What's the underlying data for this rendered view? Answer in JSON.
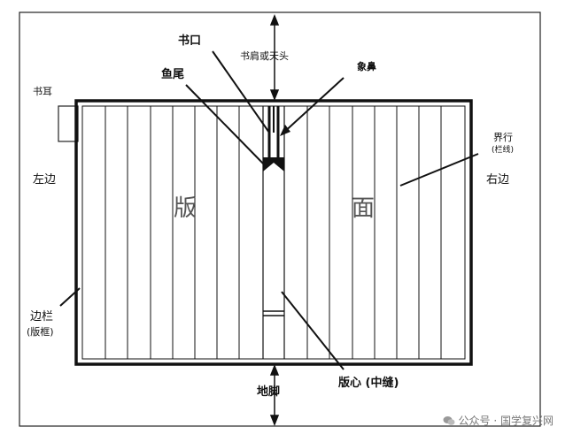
{
  "labels": {
    "shukou": "书口",
    "shujian": "书肩或天头",
    "yuwei": "鱼尾",
    "xiangbi": "象鼻",
    "shuer": "书耳",
    "zuobian": "左边",
    "youbian": "右边",
    "jiehang": "界行",
    "jiehang_sub": "(栏线)",
    "ban": "版",
    "mian": "面",
    "bianlan": "边栏",
    "bianlan_sub": "(版框)",
    "dijiao": "地脚",
    "banxin": "版心 (中缝)"
  },
  "watermark": {
    "icon": "wechat-icon",
    "text": "公众号 · 国学复兴网"
  }
}
